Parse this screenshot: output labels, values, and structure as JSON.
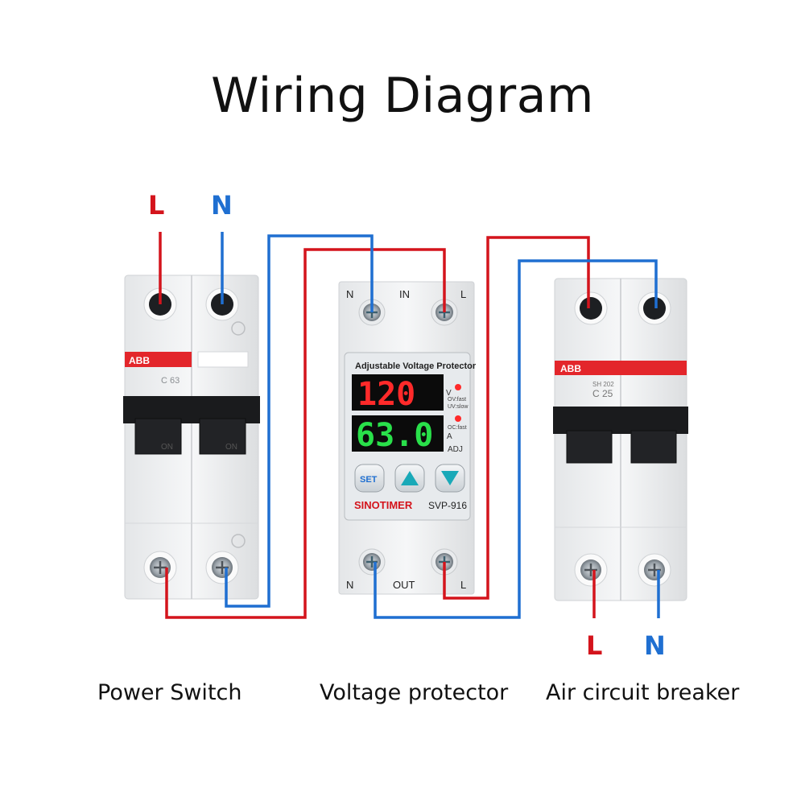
{
  "title": "Wiring Diagram",
  "captions": {
    "power_switch": "Power Switch",
    "voltage_protector": "Voltage protector",
    "air_breaker": "Air circuit breaker"
  },
  "line_labels": {
    "input_L": "L",
    "input_N": "N",
    "output_L": "L",
    "output_N": "N"
  },
  "power_switch": {
    "brand": "ABB",
    "rating": "C 63",
    "on_left": "ON",
    "on_right": "ON"
  },
  "protector": {
    "top_terminals": {
      "n": "N",
      "in": "IN",
      "l": "L"
    },
    "bottom_terminals": {
      "n": "N",
      "out": "OUT",
      "l": "L"
    },
    "panel_title": "Adjustable Voltage Protector",
    "voltage_reading": "120",
    "current_reading": "63.0",
    "voltage_unit": "V",
    "current_unit": "A",
    "ov_label": "OV:fast",
    "uv_label": "UV:slow",
    "oc_label": "OC:fast",
    "adj_label": "ADJ",
    "set_label": "SET",
    "brand": "SINOTIMER",
    "model": "SVP-916"
  },
  "breaker": {
    "brand": "ABB",
    "model": "SH 202",
    "rating": "C 25"
  },
  "colors": {
    "live": "#d4141c",
    "neutral": "#1f6fd1",
    "display_red": "#ff2a2a",
    "display_green": "#29e04a",
    "abb_red": "#e3262b"
  }
}
